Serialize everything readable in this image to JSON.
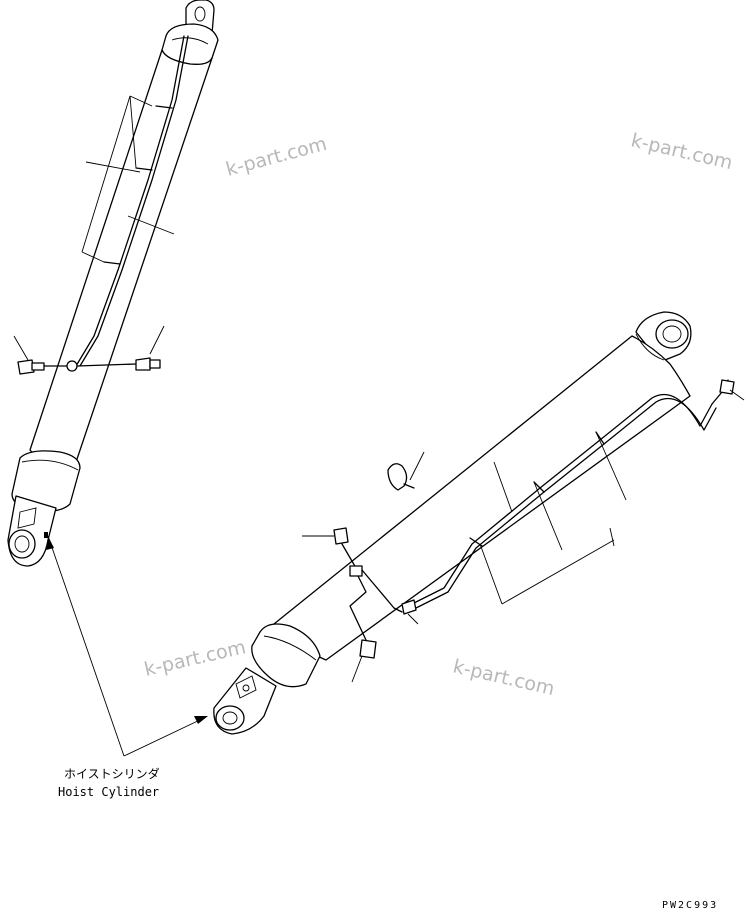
{
  "diagram": {
    "label_ja": "ホイストシリンダ",
    "label_en": "Hoist Cylinder",
    "drawing_code": "PW2C993",
    "watermarks": [
      "k-part.com",
      "k-part.com",
      "k-part.com",
      "k-part.com"
    ]
  }
}
